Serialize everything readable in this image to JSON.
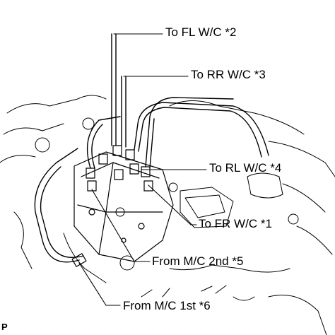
{
  "callouts": {
    "to_fl": "To FL W/C *2",
    "to_rr": "To RR W/C *3",
    "to_rl": "To RL W/C *4",
    "to_fr": "To FR W/C *1",
    "from_mc2": "From M/C 2nd *5",
    "from_mc1": "From M/C 1st *6"
  },
  "page_mark": "P"
}
